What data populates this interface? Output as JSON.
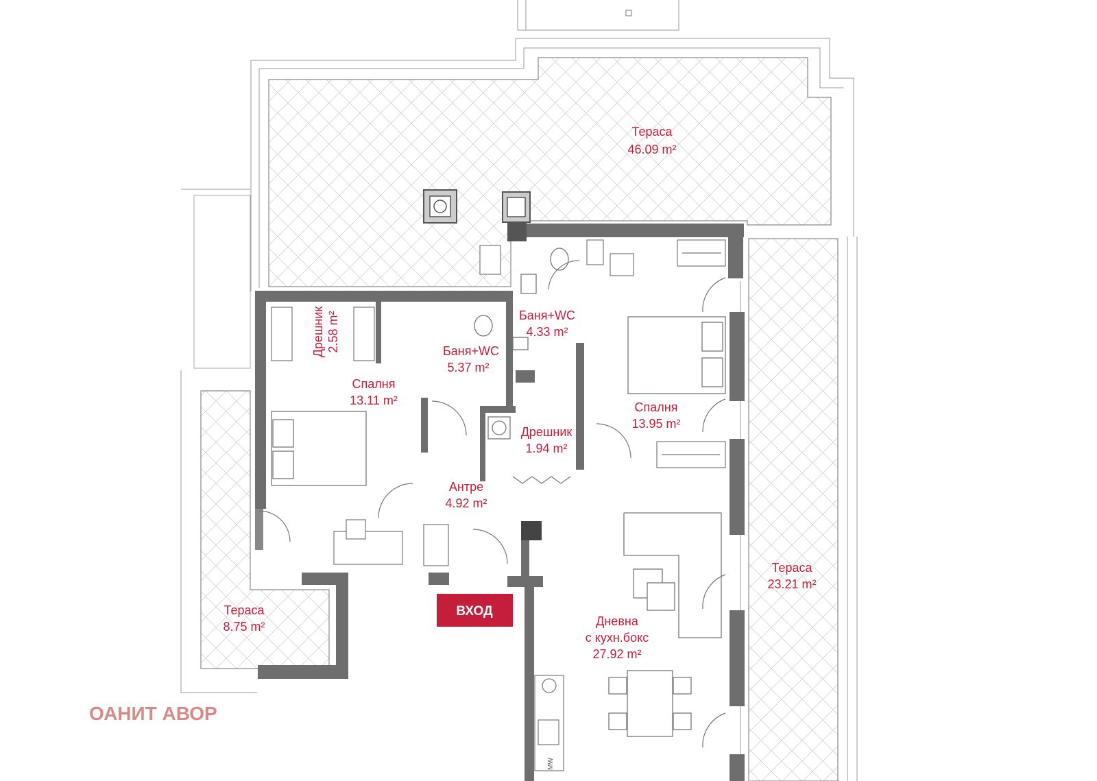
{
  "rooms": {
    "terrace_top": {
      "name": "Тераса",
      "area": "46.09 m²"
    },
    "bath1": {
      "name": "Баня+WC",
      "area": "5.37 m²"
    },
    "closet1": {
      "name": "Дрешник",
      "area": "2.58 m²"
    },
    "bedroom1": {
      "name": "Спалня",
      "area": "13.11 m²"
    },
    "bath2": {
      "name": "Баня+WC",
      "area": "4.33 m²"
    },
    "closet2": {
      "name": "Дрешник",
      "area": "1.94 m²"
    },
    "bedroom2": {
      "name": "Спалня",
      "area": "13.95 m²"
    },
    "hall": {
      "name": "Антре",
      "area": "4.92 m²"
    },
    "living": {
      "name": "Дневна",
      "subtitle": "с кухн.бокс",
      "area": "27.92 m²"
    },
    "terrace_right": {
      "name": "Тераса",
      "area": "23.21 m²"
    },
    "terrace_left": {
      "name": "Тераса",
      "area": "8.75 m²"
    }
  },
  "entry": {
    "label": "ВХОД"
  },
  "watermark": "ОАНИТ АВОР",
  "appliance_label": "MW",
  "colors": {
    "label": "#c41e3a",
    "entry_bg": "#c41e3a",
    "watermark": "#d98a86",
    "wall": "#6e6e6e",
    "hatch": "#cfcfcf"
  }
}
